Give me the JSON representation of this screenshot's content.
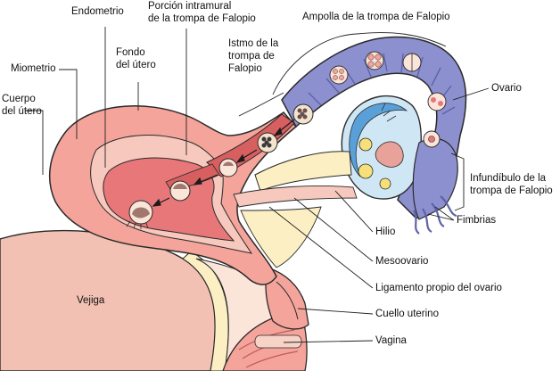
{
  "colors": {
    "uterus_outer": "#f4a49a",
    "uterus_inner": "#e8777a",
    "endometrium": "#f7c8bd",
    "bladder": "#f2c1b3",
    "fat": "#fbefc3",
    "tube": "#d85f5f",
    "ampulla": "#8d90cf",
    "ampulla_dark": "#5e62a8",
    "ovary": "#5aa0d8",
    "ovary_light": "#cfe6f5",
    "outline": "#2a2a2a"
  },
  "labels": {
    "endometrio": "Endometrio",
    "porcion_intramural": "Porción intramural\nde la trompa de Falopio",
    "ampolla": "Ampolla de la trompa de Falopio",
    "fondo": "Fondo\ndel útero",
    "istmo": "Istmo de la\ntrompa de\nFalopio",
    "miometrio": "Miometrio",
    "ovario": "Ovario",
    "cuerpo": "Cuerpo\ndel útero",
    "infundibulo": "Infundíbulo de la\ntrompa de Falopio",
    "fimbrias": "Fimbrias",
    "hilio": "Hilio",
    "vejiga": "Vejiga",
    "mesoovario": "Mesoovario",
    "ligamento": "Ligamento propio del ovario",
    "cuello": "Cuello uterino",
    "vagina": "Vagina"
  }
}
